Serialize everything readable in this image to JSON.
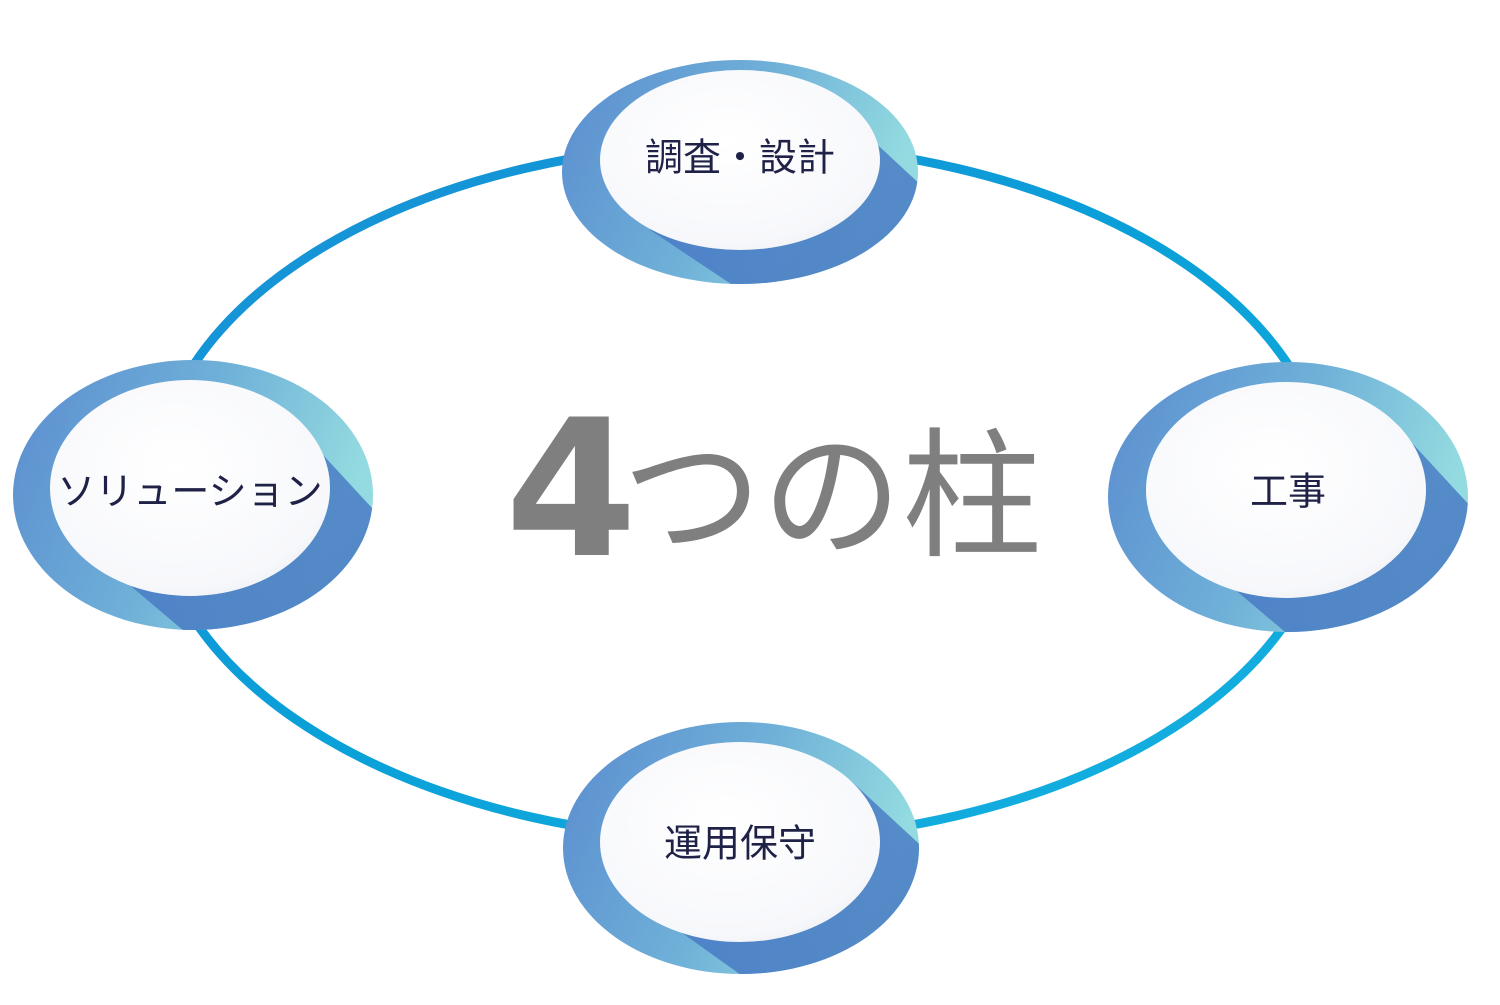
{
  "title": {
    "number": "4",
    "text": "つの柱"
  },
  "nodes": [
    {
      "id": "top",
      "label": "調査・設計"
    },
    {
      "id": "right",
      "label": "工事"
    },
    {
      "id": "bottom",
      "label": "運用保守"
    },
    {
      "id": "left",
      "label": "ソリューション"
    }
  ],
  "colors": {
    "ring": "#0aa0d8",
    "node_outer_dark": "#5b8fd0",
    "node_outer_light": "#8fd6de",
    "node_inner": "#ffffff",
    "label": "#1f2147",
    "center_text": "#7f7f7f"
  }
}
